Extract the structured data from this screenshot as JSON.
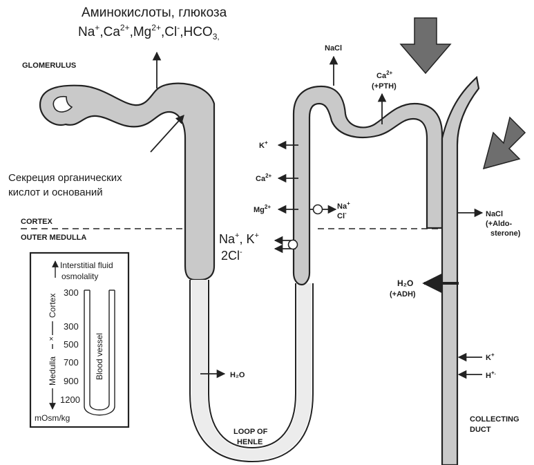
{
  "header": {
    "line1": "Аминокислоты, глюкоза",
    "line2_parts": {
      "na": "Na",
      "na_sup": "+",
      "ca": ",Ca",
      "ca_sup": "2+",
      "mg": ",Mg",
      "mg_sup": "2+",
      "cl": ",Cl",
      "cl_sup": "-",
      "hco3": ",HCO",
      "hco3_sub": "3,"
    }
  },
  "labels": {
    "glomerulus": "GLOMERULUS",
    "secretion_line1": "Секреция органических",
    "secretion_line2": "кислот и оснований",
    "cortex": "CORTEX",
    "outer_medulla": "OUTER MEDULLA",
    "loop_line1": "LOOP OF",
    "loop_line2": "HENLE",
    "collecting_line1": "COLLECTING",
    "collecting_line2": "DUCT"
  },
  "ascending_limb": {
    "nacl_top": "NaCl",
    "ca_pth_line1": "Ca",
    "ca_pth_sup": "2+",
    "ca_pth_line2": "(+PTH)",
    "k": "K",
    "k_sup": "+",
    "ca": "Ca",
    "ca_sup": "2+",
    "mg": "Mg",
    "mg_sup": "2+",
    "na_sym": "Na",
    "na_sym_sup": "+",
    "cl_sym": "Cl",
    "cl_sym_sup": "-",
    "big_na_k": "Na",
    "big_na_sup": "+",
    "big_k": ", K",
    "big_k_sup": "+",
    "big_2cl": "2Cl",
    "big_2cl_sup": "-"
  },
  "descending_limb": {
    "h2o": "H₂O"
  },
  "collecting_duct": {
    "nacl": "NaCl",
    "aldo_line1": "(+Aldo-",
    "aldo_line2": "sterone)",
    "h2o": "H₂O",
    "adh": "(+ADH)",
    "k": "K",
    "k_sup": "+",
    "h": "H",
    "h_sup": "+."
  },
  "inset": {
    "title_line1": "Interstitial fluid",
    "title_line2": "osmolality",
    "values": [
      "300",
      "300",
      "500",
      "700",
      "900",
      "1200"
    ],
    "units": "mOsm/kg",
    "cortex_label": "Cortex",
    "medulla_label": "Medulla",
    "vessel_label": "Blood vessel"
  },
  "colors": {
    "tube_fill": "#c9c9c9",
    "callout_arrow": "#6e6e6e",
    "ink": "#1a1a1a"
  }
}
